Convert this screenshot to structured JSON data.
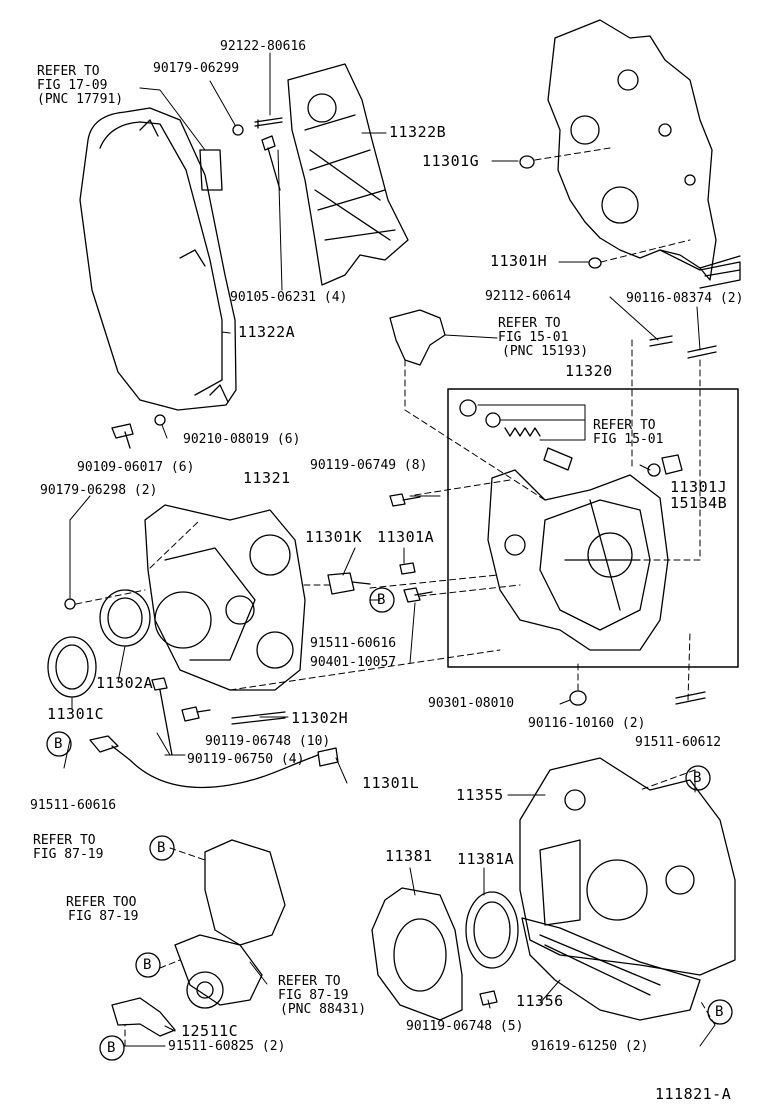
{
  "labels": {
    "p92122_80616": "92122-80616",
    "p90179_06299": "90179-06299",
    "refer_to_a": "REFER TO",
    "fig_17_09": "FIG 17-09",
    "pnc_17791": "(PNC 17791)",
    "p11322B": "11322B",
    "p11301G": "11301G",
    "p90105_06231": "90105-06231 (4)",
    "p11301H": "11301H",
    "p92112_60614": "92112-60614",
    "p90116_08374": "90116-08374 (2)",
    "p11322A": "11322A",
    "refer_to_b": "REFER TO",
    "fig_15_01_a": "FIG 15-01",
    "pnc_15193": "(PNC 15193)",
    "p11320": "11320",
    "refer_to_c": "REFER TO",
    "fig_15_01_b": "FIG 15-01",
    "p90109_06017": "90109-06017 (6)",
    "p90210_08019": "90210-08019 (6)",
    "p90119_06749": "90119-06749 (8)",
    "p11321": "11321",
    "p11301J": "11301J",
    "p15134B": "15134B",
    "p90179_06298": "90179-06298 (2)",
    "p11301K": "11301K",
    "p11301A": "11301A",
    "p91511_60616_a": "91511-60616",
    "p90401_10057": "90401-10057",
    "p11302A": "11302A",
    "p11301C": "11301C",
    "p90301_08010": "90301-08010",
    "p90116_10160": "90116-10160 (2)",
    "p11302H": "11302H",
    "p90119_06748_10": "90119-06748 (10)",
    "p90119_06750": "90119-06750 (4)",
    "p91511_60612": "91511-60612",
    "p11301L": "11301L",
    "p91511_60616_b": "91511-60616",
    "p11355": "11355",
    "refer_to_d": "REFER TO",
    "fig_87_19_a": "FIG 87-19",
    "p11381": "11381",
    "p11381A": "11381A",
    "refer_to_e": "REFER TOO",
    "fig_87_19_b": "FIG 87-19",
    "refer_to_f": "REFER TO",
    "fig_87_19_c": "FIG 87-19",
    "pnc_88431": "(PNC 88431)",
    "p12511C": "12511C",
    "p11356": "11356",
    "p90119_06748_5": "90119-06748 (5)",
    "p91511_60825": "91511-60825 (2)",
    "p91619_61250": "91619-61250 (2)",
    "drawing_no": "111821-A"
  },
  "callouts": {
    "b": "B"
  }
}
